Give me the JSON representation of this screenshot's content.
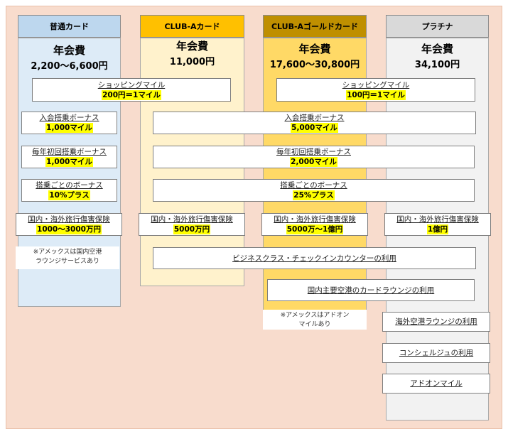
{
  "columns": [
    {
      "header": "普通カード",
      "fee_label": "年会費",
      "fee": "2,200～6,600円"
    },
    {
      "header": "CLUB-Aカード",
      "fee_label": "年会費",
      "fee": "11,000円"
    },
    {
      "header": "CLUB-Aゴールドカード",
      "fee_label": "年会費",
      "fee": "17,600～30,800円"
    },
    {
      "header": "プラチナ",
      "fee_label": "年会費",
      "fee": "34,100円"
    }
  ],
  "boxes": {
    "shopping_normal": {
      "title": "ショッピングマイル",
      "value": "200円＝1マイル"
    },
    "shopping_gold": {
      "title": "ショッピングマイル",
      "value": "100円＝1マイル"
    },
    "join_normal": {
      "title": "入会搭乗ボーナス",
      "value": "1,000マイル"
    },
    "join_club": {
      "title": "入会搭乗ボーナス",
      "value": "5,000マイル"
    },
    "annual_normal": {
      "title": "毎年初回搭乗ボーナス",
      "value": "1,000マイル"
    },
    "annual_club": {
      "title": "毎年初回搭乗ボーナス",
      "value": "2,000マイル"
    },
    "flight_normal": {
      "title": "搭乗ごとのボーナス",
      "value": "10%プラス"
    },
    "flight_club": {
      "title": "搭乗ごとのボーナス",
      "value": "25%プラス"
    },
    "ins_normal": {
      "title": "国内・海外旅行傷害保険",
      "value": "1000～3000万円"
    },
    "ins_clubA": {
      "title": "国内・海外旅行傷害保険",
      "value": "5000万円"
    },
    "ins_gold": {
      "title": "国内・海外旅行傷害保険",
      "value": "5000万～1億円"
    },
    "ins_plat": {
      "title": "国内・海外旅行傷害保険",
      "value": "1億円"
    },
    "business": {
      "title": "ビジネスクラス・チェックインカウンターの利用"
    },
    "lounge_dom": {
      "title": "国内主要空港のカードラウンジの利用"
    },
    "lounge_intl": {
      "title": "海外空港ラウンジの利用"
    },
    "concierge": {
      "title": "コンシェルジュの利用"
    },
    "addon": {
      "title": "アドオンマイル"
    }
  },
  "notes": {
    "amex_lounge": [
      "※アメックスは国内空港",
      "ラウンジサービスあり"
    ],
    "amex_addon": [
      "※アメックスはアドオン",
      "マイルあり"
    ]
  },
  "colors": {
    "background": "#f8dccd",
    "normal_header": "#bdd7ee",
    "normal_body": "#ddebf7",
    "club_header": "#ffc000",
    "club_body": "#fff2cc",
    "gold_header": "#bf8f00",
    "gold_body": "#ffd966",
    "plat_header": "#d9d9d9",
    "plat_body": "#f2f2f2",
    "highlight": "#ffff00"
  }
}
